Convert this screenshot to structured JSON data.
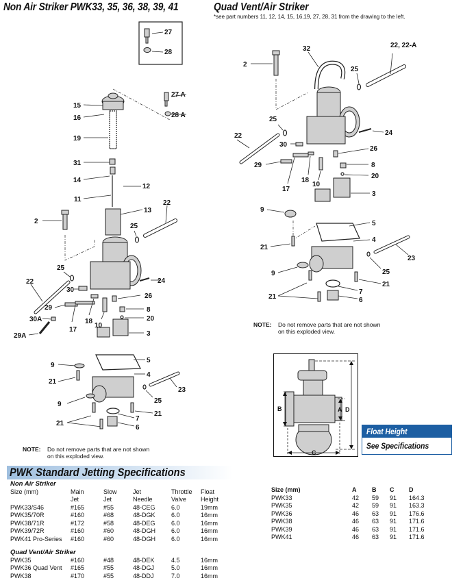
{
  "header": {
    "left_title": "Non Air Striker PWK33, 35, 36, 38, 39, 41",
    "right_title": "Quad Vent/Air Striker",
    "right_subnote": "*see part numbers 11, 12, 14, 15, 16,19, 27, 28, 31 from the drawing to the left."
  },
  "left_diagram": {
    "inset_callouts": [
      "27",
      "28"
    ],
    "callouts": [
      "27 A",
      "28 A",
      "15",
      "16",
      "19",
      "31",
      "14",
      "12",
      "11",
      "13",
      "2",
      "22",
      "25",
      "25",
      "22",
      "24",
      "30",
      "26",
      "29",
      "8",
      "18",
      "10",
      "17",
      "20",
      "30A",
      "29A",
      "3",
      "5",
      "9",
      "4",
      "21",
      "23",
      "9",
      "25",
      "21",
      "7",
      "21",
      "6"
    ],
    "note_label": "NOTE:",
    "note_text_line1": "Do not remove parts that are not shown",
    "note_text_line2": "on this exploded view."
  },
  "right_diagram": {
    "callouts": [
      "32",
      "22, 22-A",
      "2",
      "25",
      "25",
      "24",
      "22",
      "30",
      "26",
      "29",
      "8",
      "20",
      "17",
      "18",
      "10",
      "3",
      "9",
      "5",
      "4",
      "21",
      "23",
      "25",
      "9",
      "21",
      "7",
      "21",
      "6"
    ],
    "note_label": "NOTE:",
    "note_text_line1": "Do not remove parts that are not shown",
    "note_text_line2": "on this exploded view."
  },
  "dimension_diagram": {
    "labels": [
      "A",
      "B",
      "C",
      "D"
    ]
  },
  "float_height": {
    "title": "Float Height",
    "value": "See Specifications",
    "accent_color": "#1d5fa3"
  },
  "jetting": {
    "title": "PWK Standard Jetting Specifications",
    "header_bar_color": "#9fbfdf",
    "columns_line1": [
      "Size (mm)",
      "Main",
      "Slow",
      "Jet",
      "Throttle",
      "Float"
    ],
    "columns_line2": [
      "",
      "Jet",
      "Jet",
      "Needle",
      "Valve",
      "Height"
    ],
    "groups": [
      {
        "name": "Non Air Striker",
        "rows": [
          [
            "PWK33/S46",
            "#165",
            "#55",
            "48-CEG",
            "6.0",
            "19mm"
          ],
          [
            "PWK35/70R",
            "#160",
            "#68",
            "48-DGK",
            "6.0",
            "16mm"
          ],
          [
            "PWK38/71R",
            "#172",
            "#58",
            "48-DEG",
            "6.0",
            "16mm"
          ],
          [
            "PWK39/72R",
            "#160",
            "#60",
            "48-DGH",
            "6.0",
            "16mm"
          ],
          [
            "PWK41 Pro-Series",
            "#160",
            "#60",
            "48-DGH",
            "6.0",
            "16mm"
          ]
        ]
      },
      {
        "name": "Quad Vent/Air Striker",
        "rows": [
          [
            "PWK35",
            "#160",
            "#48",
            "48-DEK",
            "4.5",
            "16mm"
          ],
          [
            "PWK36 Quad Vent",
            "#165",
            "#55",
            "48-DGJ",
            "5.0",
            "16mm"
          ],
          [
            "PWK38",
            "#170",
            "#55",
            "48-DDJ",
            "7.0",
            "16mm"
          ]
        ]
      }
    ]
  },
  "dimensions": {
    "columns": [
      "Size (mm)",
      "A",
      "B",
      "C",
      "D"
    ],
    "rows": [
      [
        "PWK33",
        "42",
        "59",
        "91",
        "164.3"
      ],
      [
        "PWK35",
        "42",
        "59",
        "91",
        "163.3"
      ],
      [
        "PWK36",
        "46",
        "63",
        "91",
        "176.6"
      ],
      [
        "PWK38",
        "46",
        "63",
        "91",
        "171.6"
      ],
      [
        "PWK39",
        "46",
        "63",
        "91",
        "171.6"
      ],
      [
        "PWK41",
        "46",
        "63",
        "91",
        "171.6"
      ]
    ]
  }
}
